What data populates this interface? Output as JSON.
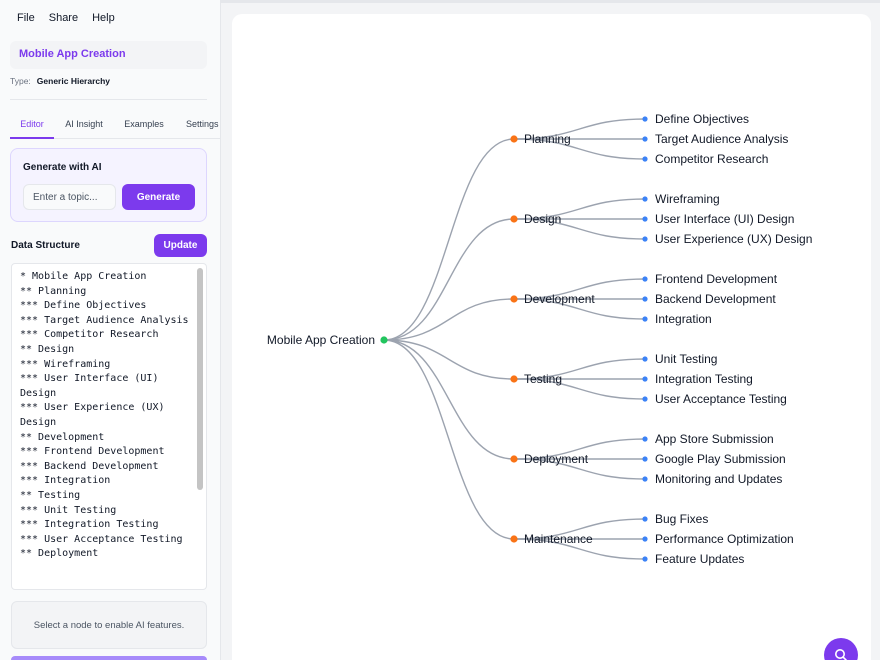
{
  "menu": {
    "file": "File",
    "share": "Share",
    "help": "Help"
  },
  "document": {
    "title": "Mobile App Creation",
    "type_label": "Type:",
    "type_value": "Generic Hierarchy"
  },
  "tabs": [
    {
      "label": "Editor",
      "active": true
    },
    {
      "label": "AI Insight",
      "active": false
    },
    {
      "label": "Examples",
      "active": false
    },
    {
      "label": "Settings",
      "active": false
    }
  ],
  "ai_generate": {
    "title": "Generate with AI",
    "input_placeholder": "Enter a topic...",
    "input_value": "",
    "button_label": "Generate"
  },
  "data_structure": {
    "label": "Data Structure",
    "update_label": "Update",
    "lines": [
      "* Mobile App Creation",
      "** Planning",
      "*** Define Objectives",
      "*** Target Audience Analysis",
      "*** Competitor Research",
      "** Design",
      "*** Wireframing",
      "*** User Interface (UI) Design",
      "*** User Experience (UX) Design",
      "** Development",
      "*** Frontend Development",
      "*** Backend Development",
      "*** Integration",
      "** Testing",
      "*** Unit Testing",
      "*** Integration Testing",
      "*** User Acceptance Testing",
      "** Deployment"
    ]
  },
  "ai_hint": "Select a node to enable AI features.",
  "colors": {
    "accent": "#7c3aed",
    "root_dot": "#22c55e",
    "branch_dot": "#f97316",
    "leaf_dot": "#3b82f6",
    "edge": "#9ca3af"
  },
  "mindmap": {
    "root": "Mobile App Creation",
    "branches": [
      {
        "label": "Planning",
        "children": [
          "Define Objectives",
          "Target Audience Analysis",
          "Competitor Research"
        ]
      },
      {
        "label": "Design",
        "children": [
          "Wireframing",
          "User Interface (UI) Design",
          "User Experience (UX) Design"
        ]
      },
      {
        "label": "Development",
        "children": [
          "Frontend Development",
          "Backend Development",
          "Integration"
        ]
      },
      {
        "label": "Testing",
        "children": [
          "Unit Testing",
          "Integration Testing",
          "User Acceptance Testing"
        ]
      },
      {
        "label": "Deployment",
        "children": [
          "App Store Submission",
          "Google Play Submission",
          "Monitoring and Updates"
        ]
      },
      {
        "label": "Maintenance",
        "children": [
          "Bug Fixes",
          "Performance Optimization",
          "Feature Updates"
        ]
      }
    ]
  },
  "fab_icon": "search-icon"
}
